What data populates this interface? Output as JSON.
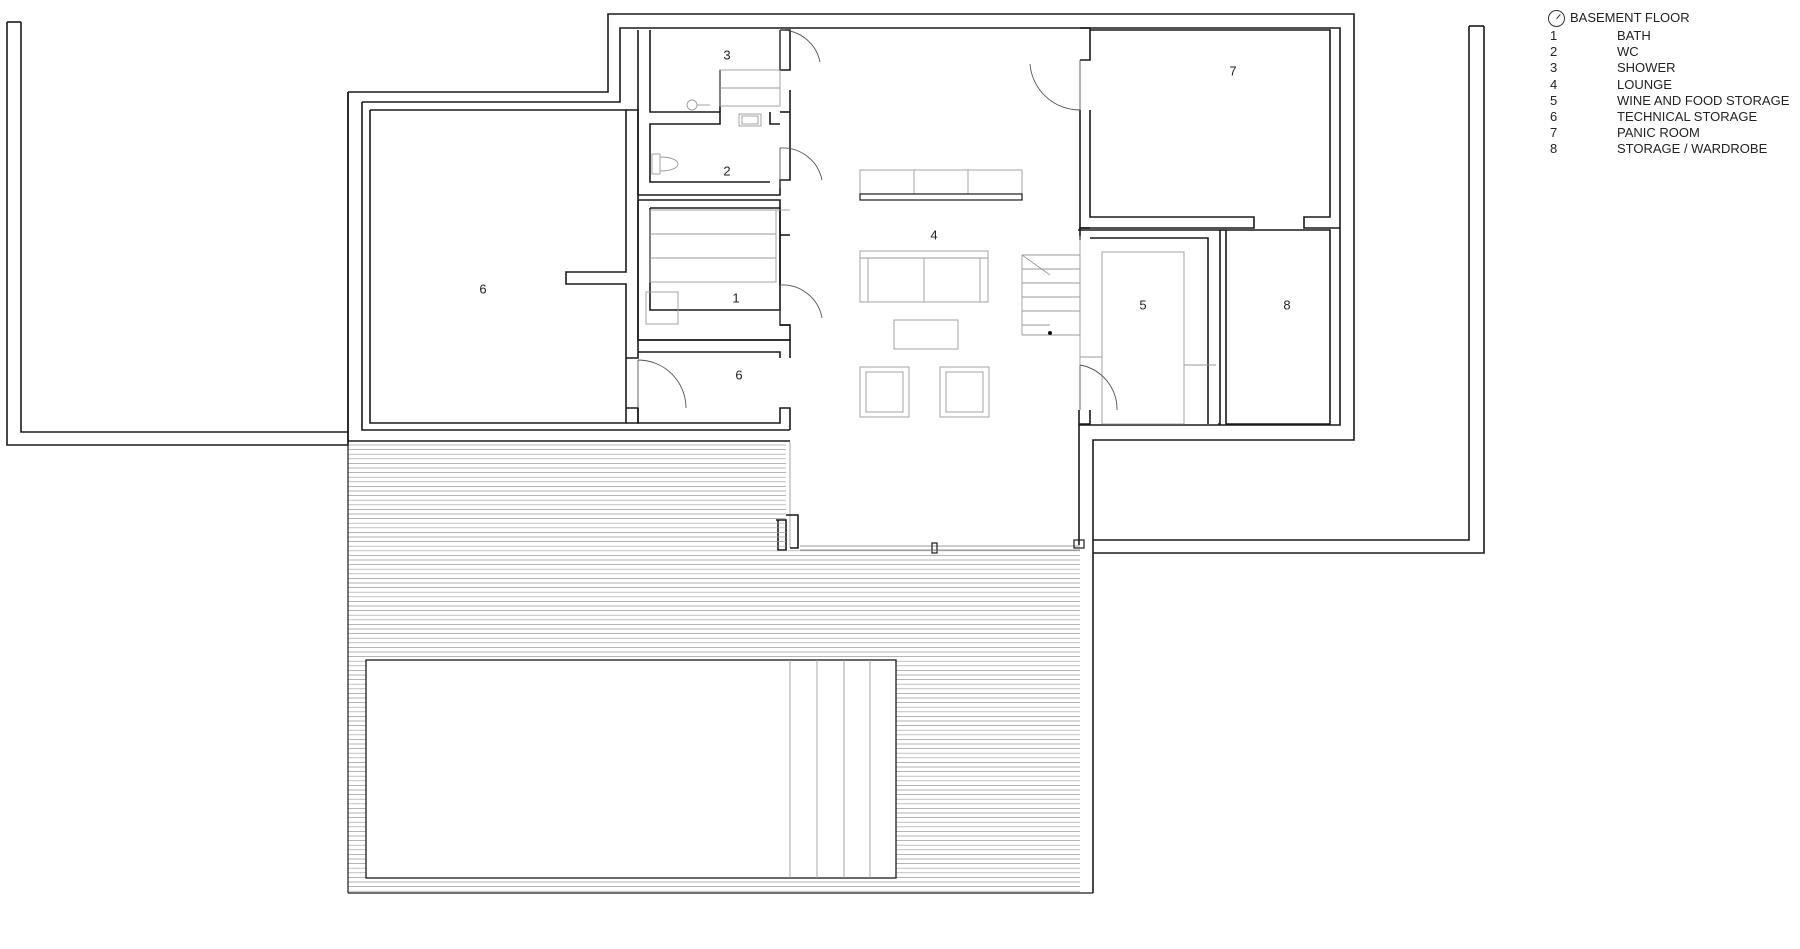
{
  "legend": {
    "title": "BASEMENT FLOOR",
    "north_icon": "north-arrow-icon",
    "items": [
      {
        "num": "1",
        "name": "BATH"
      },
      {
        "num": "2",
        "name": "WC"
      },
      {
        "num": "3",
        "name": "SHOWER"
      },
      {
        "num": "4",
        "name": "LOUNGE"
      },
      {
        "num": "5",
        "name": "WINE AND FOOD STORAGE"
      },
      {
        "num": "6",
        "name": "TECHNICAL STORAGE"
      },
      {
        "num": "7",
        "name": "PANIC ROOM"
      },
      {
        "num": "8",
        "name": "STORAGE / WARDROBE"
      }
    ]
  },
  "rooms": {
    "r1": "1",
    "r2": "2",
    "r3": "3",
    "r4": "4",
    "r5": "5",
    "r6a": "6",
    "r6b": "6",
    "r7": "7",
    "r8": "8"
  }
}
